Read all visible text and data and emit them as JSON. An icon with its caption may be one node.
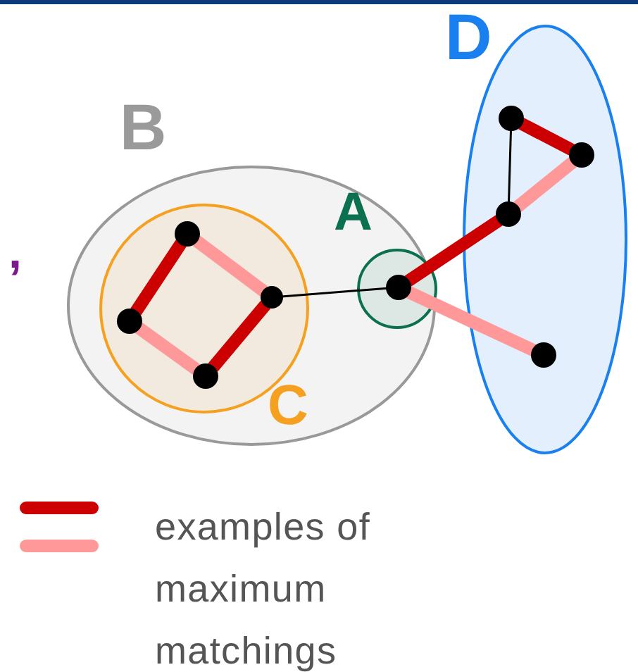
{
  "diagram": {
    "nodes": [
      {
        "text": [
          "B"
        ]
      },
      {
        "text": [
          "C"
        ],
        "in": 0
      },
      {
        "text": [
          "A"
        ],
        "in": 0
      },
      {
        "text": [
          "D"
        ]
      },
      {
        "text": [],
        "shape": "circle",
        "in": 1
      },
      {
        "text": [],
        "shape": "circle",
        "in": 1
      },
      {
        "text": [],
        "shape": "circle",
        "in": 1
      },
      {
        "text": [],
        "shape": "circle",
        "in": 1
      },
      {
        "text": [],
        "shape": "circle",
        "in": 2
      },
      {
        "text": [],
        "shape": "circle",
        "in": 3
      },
      {
        "text": [],
        "shape": "circle",
        "in": 3
      },
      {
        "text": [],
        "shape": "circle",
        "in": 3
      },
      {
        "text": [],
        "shape": "circle",
        "in": 3
      }
    ],
    "edges": [
      {
        "from": 4,
        "to": 5,
        "arrow": "none",
        "color": "#cc0000"
      },
      {
        "from": 4,
        "to": 7,
        "arrow": "none",
        "color": "#ff9999"
      },
      {
        "from": 5,
        "to": 6,
        "arrow": "none",
        "color": "#ff9999"
      },
      {
        "from": 6,
        "to": 7,
        "arrow": "none",
        "color": "#cc0000"
      },
      {
        "from": 7,
        "to": 8,
        "arrow": "none",
        "color": "#000000"
      },
      {
        "from": 8,
        "to": 11,
        "arrow": "none",
        "color": "#cc0000"
      },
      {
        "from": 8,
        "to": 12,
        "arrow": "none",
        "color": "#ff9999"
      },
      {
        "from": 11,
        "to": 10,
        "arrow": "none",
        "color": "#ff9999"
      },
      {
        "from": 9,
        "to": 10,
        "arrow": "none",
        "color": "#cc0000"
      },
      {
        "from": 9,
        "to": 11,
        "arrow": "none",
        "color": "#000000"
      }
    ],
    "labels": [
      ","
    ],
    "legend": [
      {
        "text": "examples of maximum matchings"
      }
    ]
  }
}
